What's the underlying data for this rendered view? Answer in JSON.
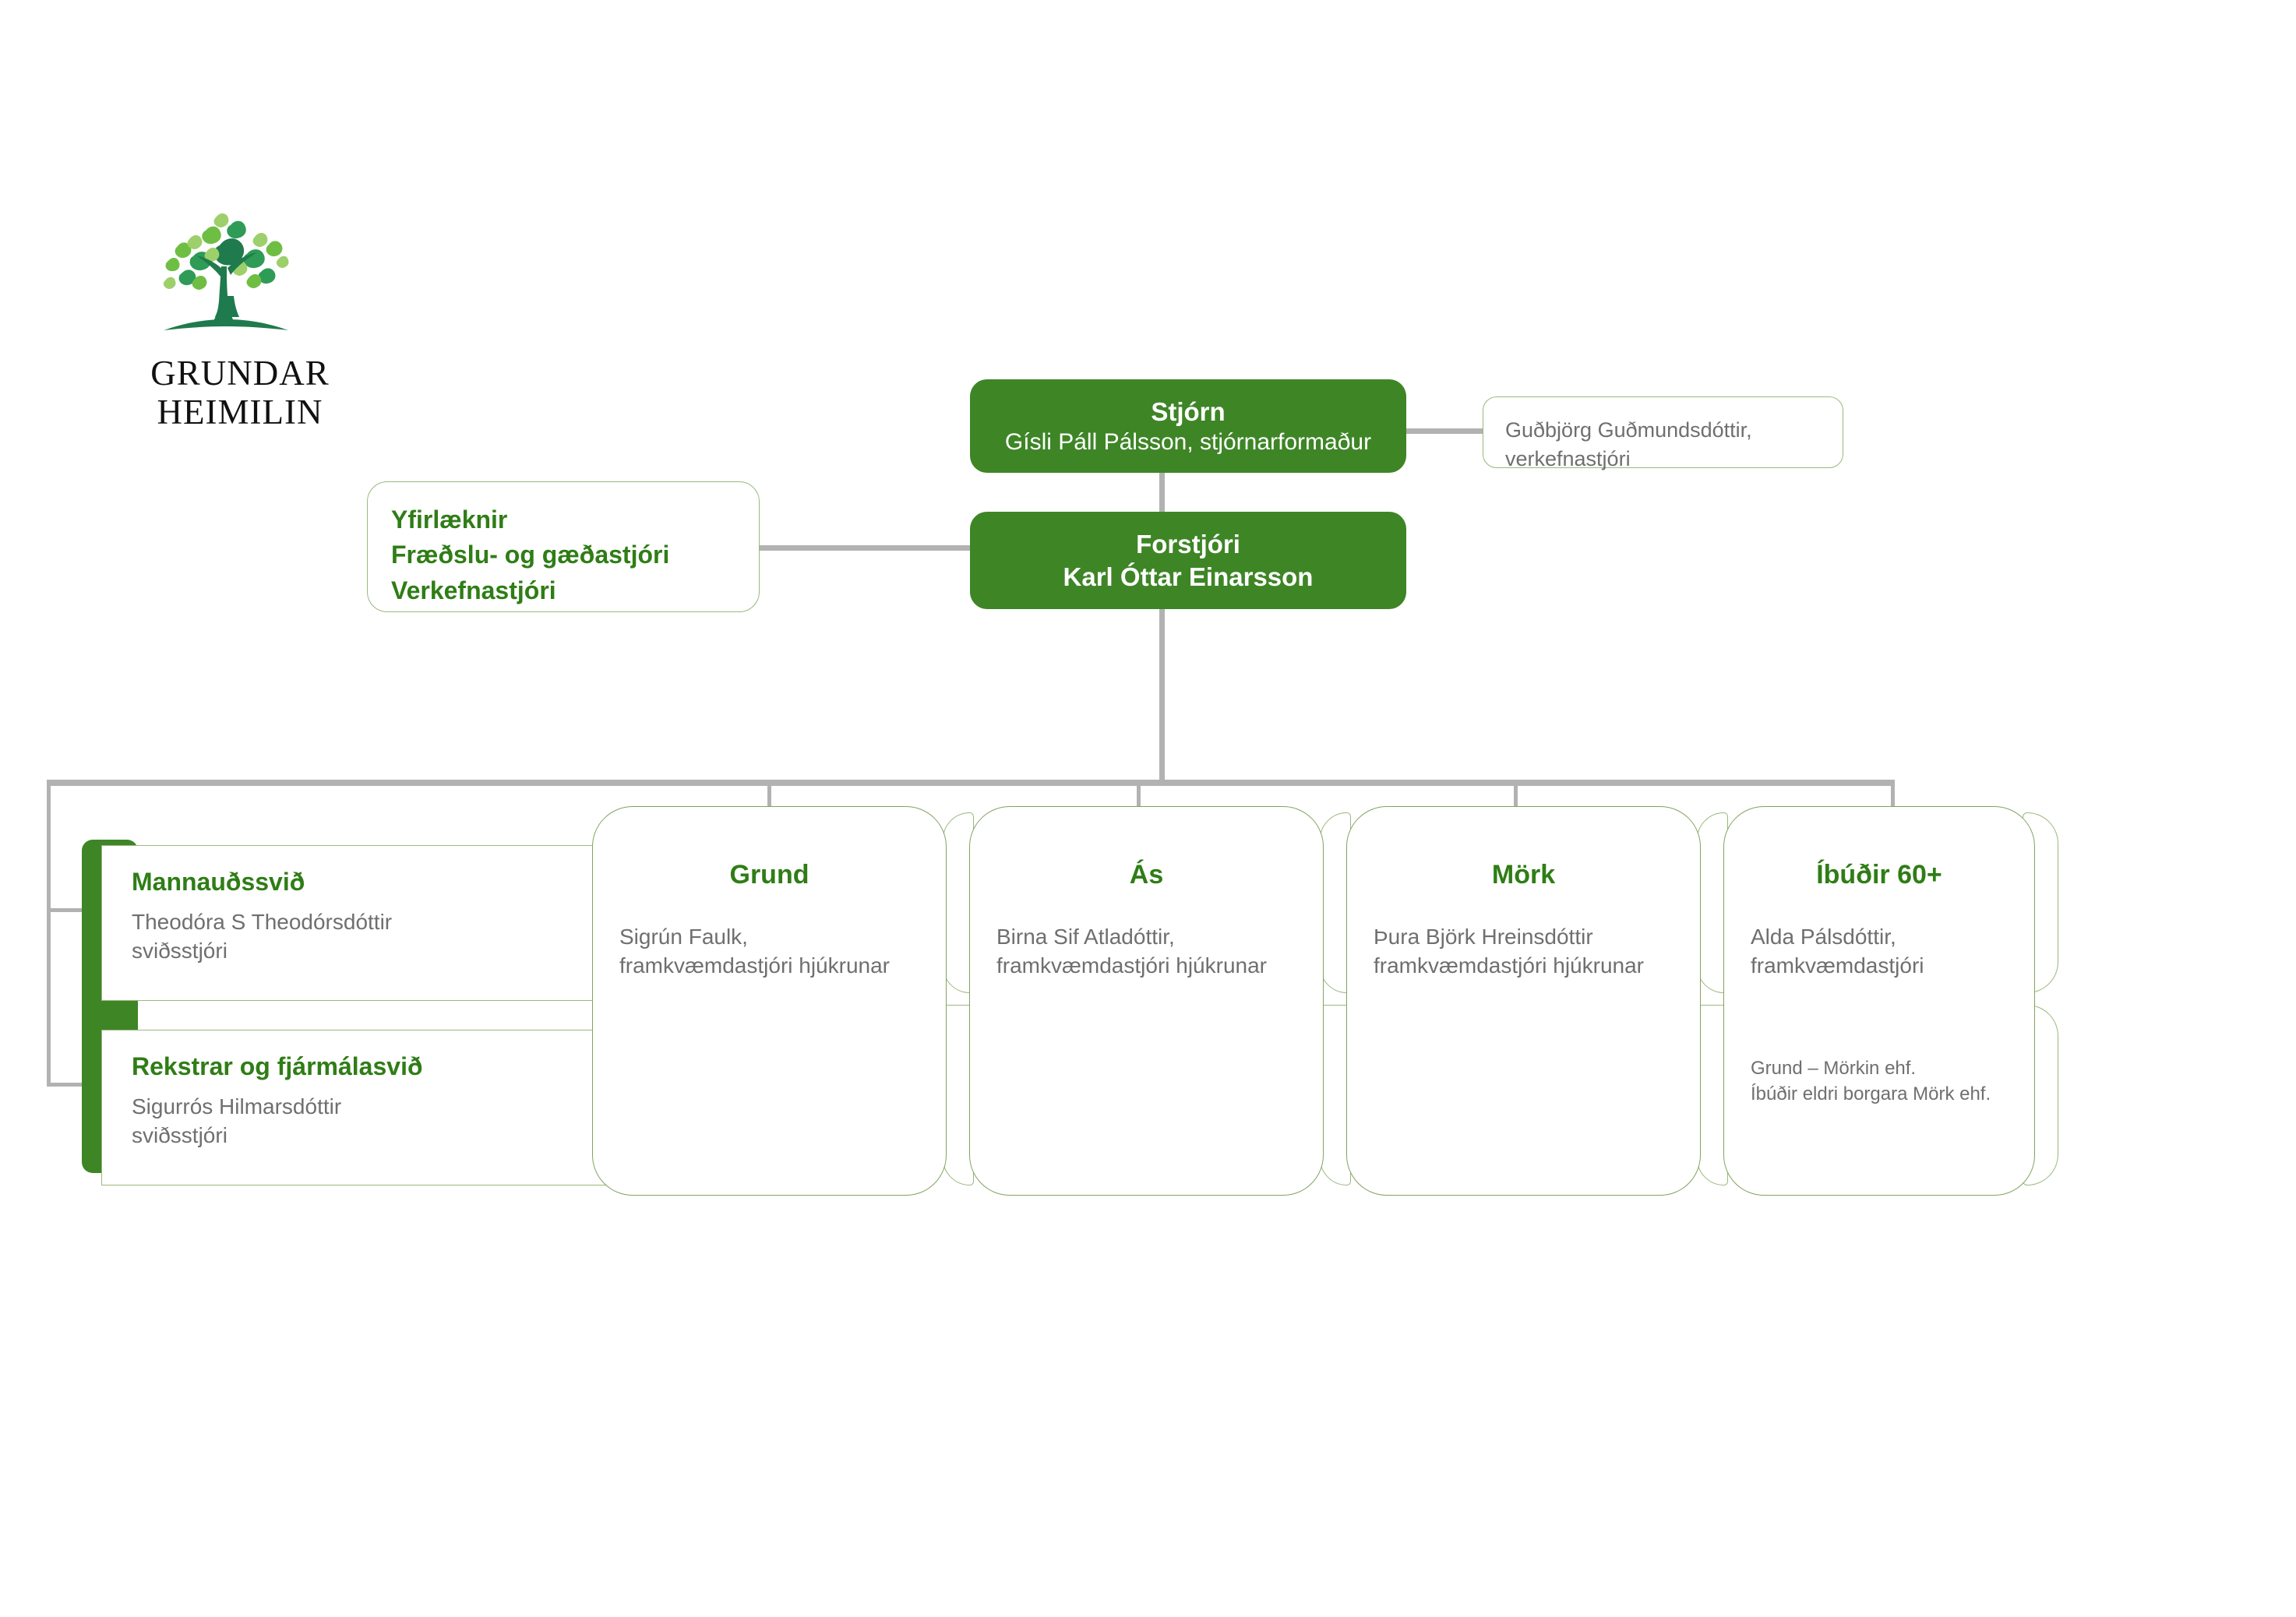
{
  "logo": {
    "icon": "tree-icon",
    "line1": "GRUNDAR",
    "line2": "HEIMILIN"
  },
  "board": {
    "title": "Stjórn",
    "person": "Gísli Páll Pálsson, stjórnarformaður"
  },
  "board_assistant": {
    "line1": "Guðbjörg Guðmundsdóttir,",
    "line2": "verkefnastjóri"
  },
  "ceo": {
    "title": "Forstjóri",
    "person": "Karl Óttar Einarsson"
  },
  "staff_roles": {
    "line1": "Yfirlæknir",
    "line2": "Fræðslu- og gæðastjóri",
    "line3": "Verkefnastjóri"
  },
  "departments": [
    {
      "title": "Mannauðssvið",
      "person": "Theodóra S Theodórsdóttir",
      "role": "sviðsstjóri"
    },
    {
      "title": "Rekstrar og fjármálasvið",
      "person": "Sigurrós Hilmarsdóttir",
      "role": "sviðsstjóri"
    }
  ],
  "units": [
    {
      "title": "Grund",
      "person": "Sigrún Faulk,",
      "role": "framkvæmdastjóri hjúkrunar"
    },
    {
      "title": "Ás",
      "person": "Birna Sif Atladóttir,",
      "role": "framkvæmdastjóri hjúkrunar"
    },
    {
      "title": "Mörk",
      "person": "Þura Björk Hreinsdóttir",
      "role": "framkvæmdastjóri hjúkrunar"
    },
    {
      "title": "Íbúðir 60+",
      "person": "Alda Pálsdóttir,",
      "role": "framkvæmdastjóri",
      "extra1": "Grund – Mörkin ehf.",
      "extra2": "Íbúðir eldri  borgara Mörk ehf."
    }
  ],
  "colors": {
    "primary_green": "#3e8526",
    "heading_green": "#2f7d16",
    "card_border": "#83a35f",
    "connector_gray": "#b2b2b2",
    "muted_text": "#6f6f6f"
  }
}
